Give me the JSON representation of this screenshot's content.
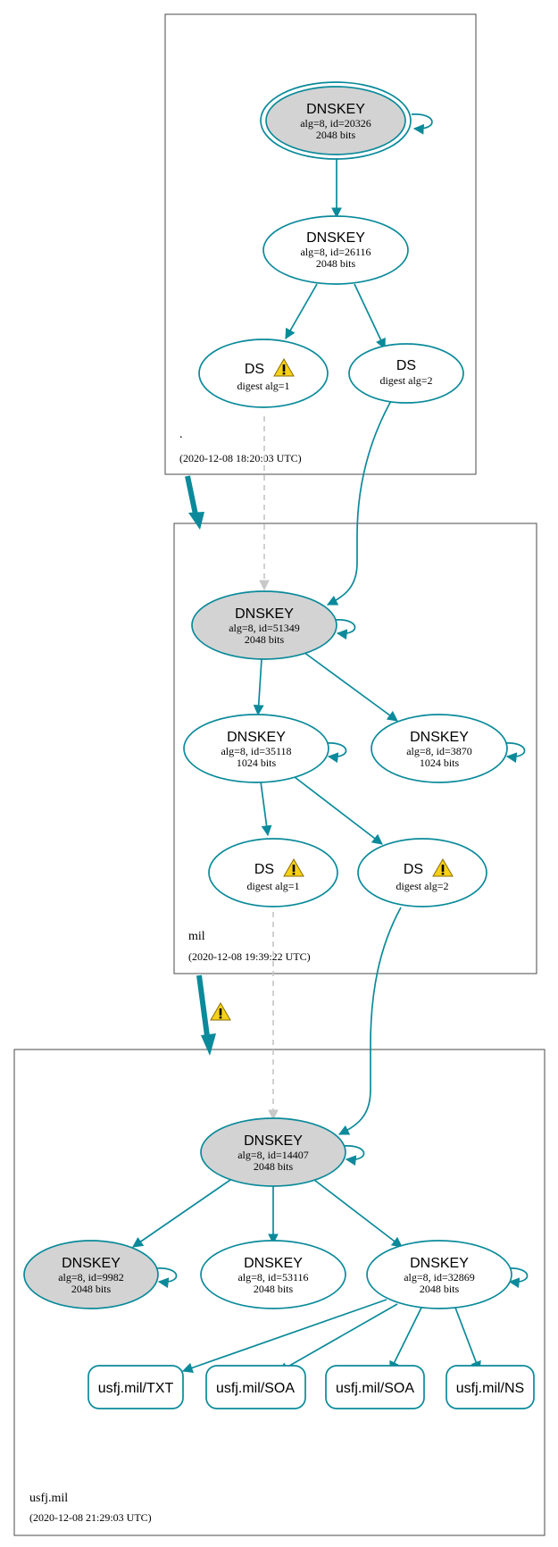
{
  "colors": {
    "edge": "#0a8a9a",
    "zone_border": "#4a4a4a",
    "insecure_edge": "#c8c8c8",
    "trust_anchor_fill": "#d3d3d3",
    "warning_fill": "#f7d117"
  },
  "zones": [
    {
      "id": "root",
      "name": ".",
      "timestamp": "(2020-12-08 18:20:03 UTC)"
    },
    {
      "id": "mil",
      "name": "mil",
      "timestamp": "(2020-12-08 19:39:22 UTC)"
    },
    {
      "id": "usfj",
      "name": "usfj.mil",
      "timestamp": "(2020-12-08 21:29:03 UTC)"
    }
  ],
  "nodes": {
    "root_ksk": {
      "title": "DNSKEY",
      "line1": "alg=8, id=20326",
      "line2": "2048 bits"
    },
    "root_zsk": {
      "title": "DNSKEY",
      "line1": "alg=8, id=26116",
      "line2": "2048 bits"
    },
    "root_ds1": {
      "title": "DS",
      "line1": "digest alg=1"
    },
    "root_ds2": {
      "title": "DS",
      "line1": "digest alg=2"
    },
    "mil_ksk": {
      "title": "DNSKEY",
      "line1": "alg=8, id=51349",
      "line2": "2048 bits"
    },
    "mil_zsk1": {
      "title": "DNSKEY",
      "line1": "alg=8, id=35118",
      "line2": "1024 bits"
    },
    "mil_zsk2": {
      "title": "DNSKEY",
      "line1": "alg=8, id=3870",
      "line2": "1024 bits"
    },
    "mil_ds1": {
      "title": "DS",
      "line1": "digest alg=1"
    },
    "mil_ds2": {
      "title": "DS",
      "line1": "digest alg=2"
    },
    "usfj_ksk": {
      "title": "DNSKEY",
      "line1": "alg=8, id=14407",
      "line2": "2048 bits"
    },
    "usfj_k9982": {
      "title": "DNSKEY",
      "line1": "alg=8, id=9982",
      "line2": "2048 bits"
    },
    "usfj_k53116": {
      "title": "DNSKEY",
      "line1": "alg=8, id=53116",
      "line2": "2048 bits"
    },
    "usfj_k32869": {
      "title": "DNSKEY",
      "line1": "alg=8, id=32869",
      "line2": "2048 bits"
    }
  },
  "rrsets": [
    {
      "label": "usfj.mil/TXT"
    },
    {
      "label": "usfj.mil/SOA"
    },
    {
      "label": "usfj.mil/SOA"
    },
    {
      "label": "usfj.mil/NS"
    }
  ]
}
